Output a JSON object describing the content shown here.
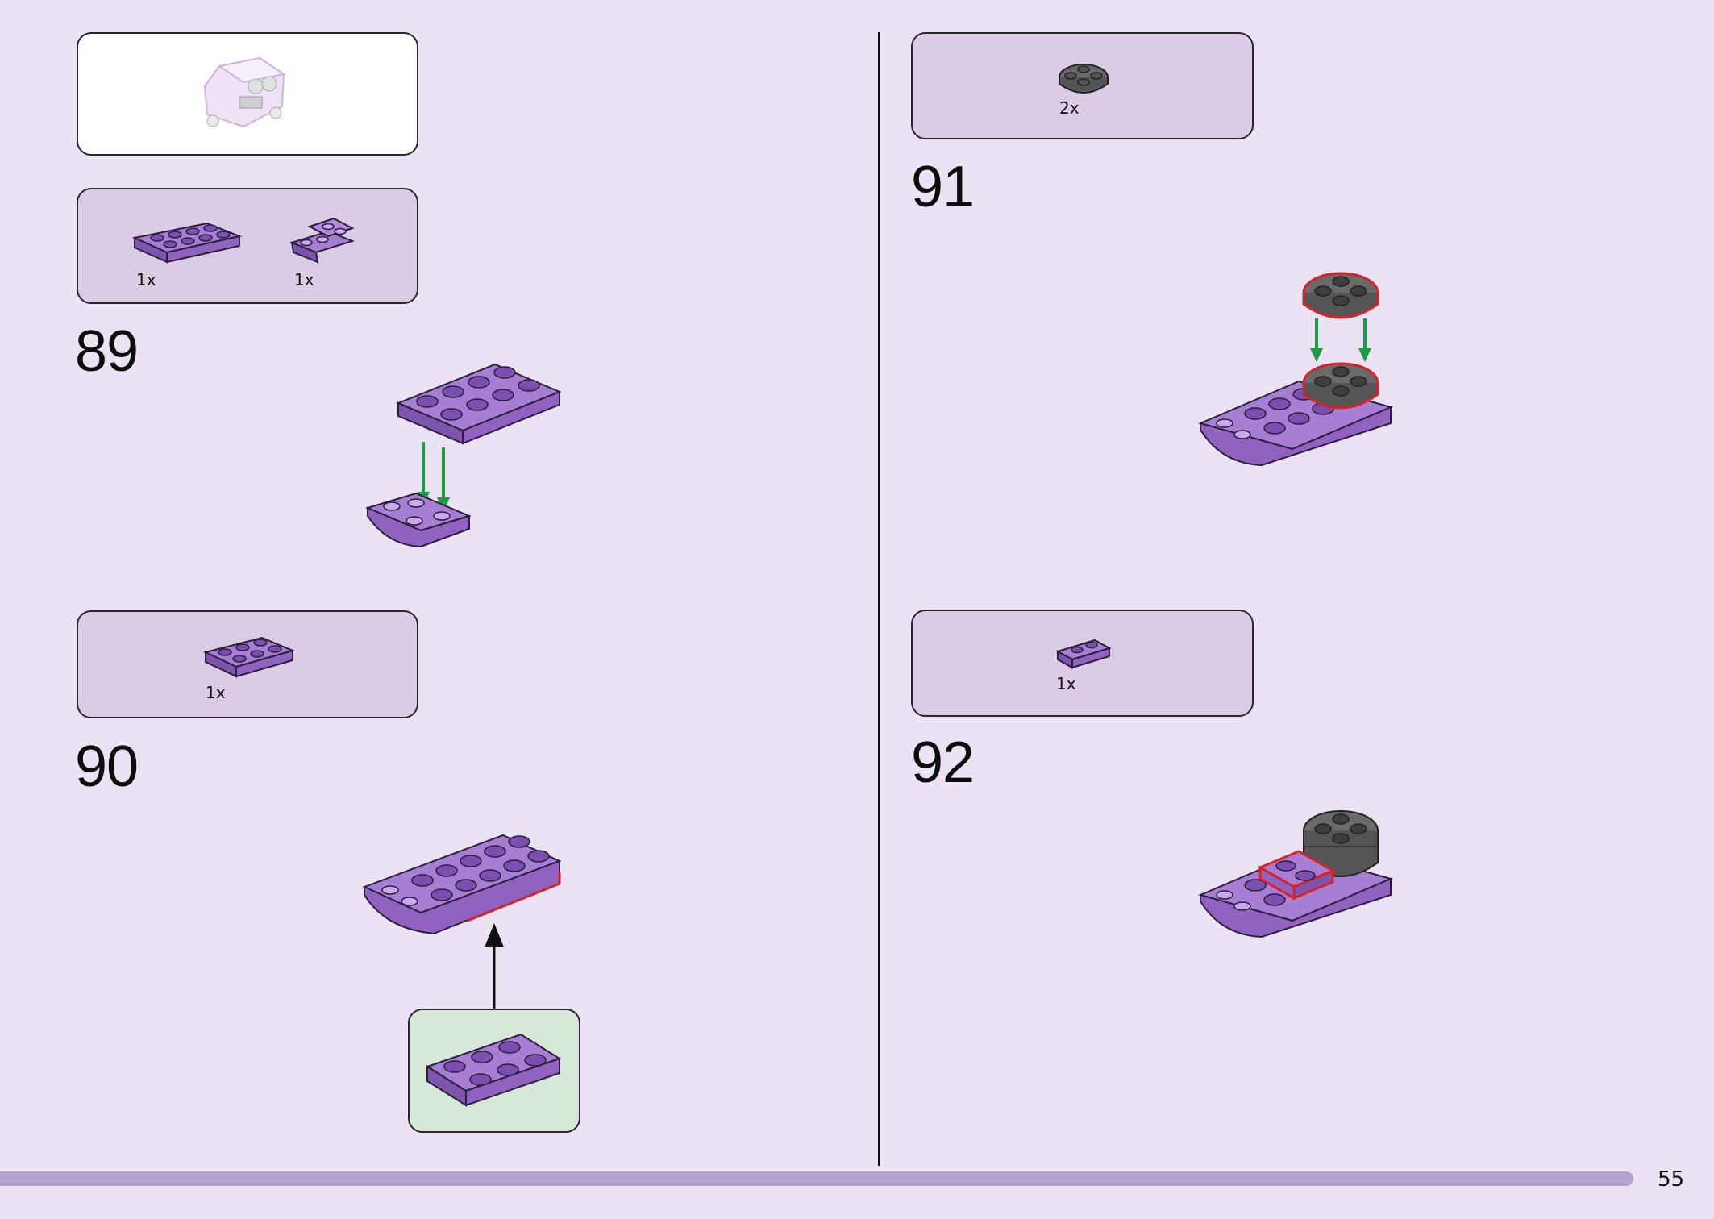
{
  "page": {
    "number": "55"
  },
  "steps": [
    {
      "number": "89",
      "parts": [
        {
          "qty": "1x",
          "piece": "purple-plate-2x4"
        },
        {
          "qty": "1x",
          "piece": "purple-slope-curved-2x2"
        }
      ]
    },
    {
      "number": "90",
      "parts": [
        {
          "qty": "1x",
          "piece": "purple-plate-2x3"
        }
      ]
    },
    {
      "number": "91",
      "parts": [
        {
          "qty": "2x",
          "piece": "dark-gray-round-plate-2x2"
        }
      ]
    },
    {
      "number": "92",
      "parts": [
        {
          "qty": "1x",
          "piece": "purple-plate-1x2"
        }
      ]
    }
  ],
  "colors": {
    "background": "#ebe3f3",
    "parts_panel": "#dccbe5",
    "sub_build_panel": "#d7e8d9",
    "purple_brick": "#9b6bc9",
    "dark_gray_brick": "#5a5a5a",
    "highlight": "#d4232a",
    "arrow_green": "#1f9a4a",
    "bottom_bar": "#b4a3d3"
  }
}
